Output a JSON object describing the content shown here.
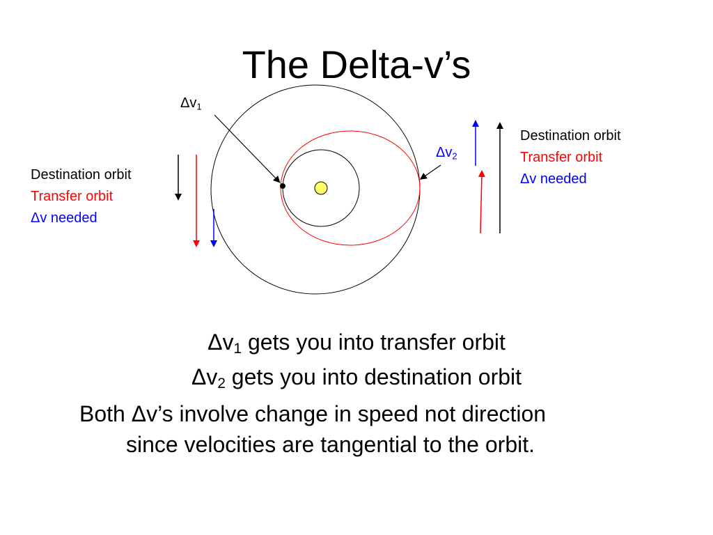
{
  "title": "The Delta-v’s",
  "labels": {
    "dv1_base": "Δv",
    "dv1_sub": "1",
    "dv2_base": "Δv",
    "dv2_sub": "2"
  },
  "legend_left": {
    "destination": "Destination orbit",
    "transfer": "Transfer orbit",
    "needed": "Δv needed"
  },
  "legend_right": {
    "destination": "Destination orbit",
    "transfer": "Transfer orbit",
    "needed": "Δv needed"
  },
  "bullets": {
    "b1_base": "Δv",
    "b1_sub": "1",
    "b1_rest": " gets you into transfer orbit",
    "b2_base": "Δv",
    "b2_sub": "2",
    "b2_rest": " gets you into destination orbit",
    "b3_line1": "Both Δv’s involve change in speed not direction",
    "b3_line2": "since velocities are tangential to the orbit."
  },
  "colors": {
    "destination": "#000000",
    "transfer": "#ff0000",
    "needed": "#0000ff",
    "sun": "#ffff66"
  }
}
